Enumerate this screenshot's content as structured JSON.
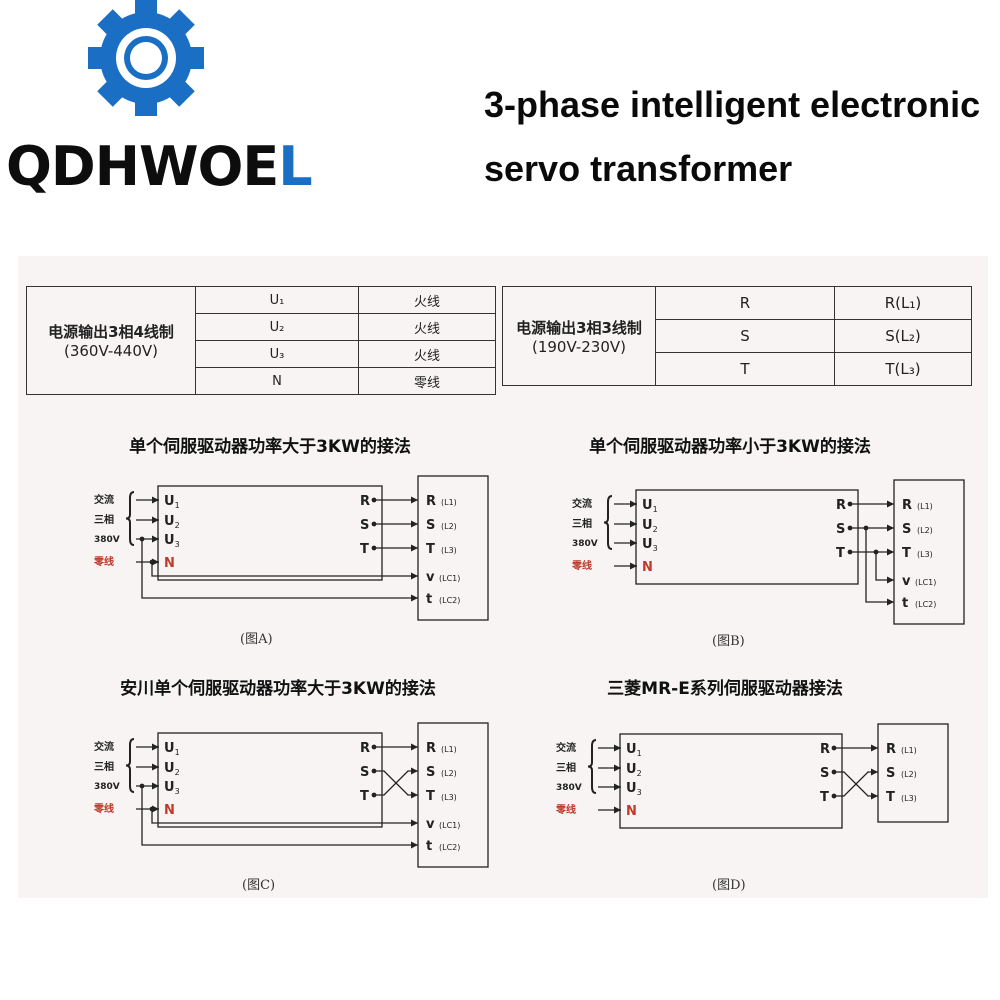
{
  "brand": {
    "name_part1": "QDH",
    "name_part2": "WOE",
    "name_part3": "L",
    "logo_icon": "gear-icon",
    "brand_color": "#1a6fc4"
  },
  "headline": {
    "line1": "3-phase intelligent electronic",
    "line2": "servo transformer"
  },
  "table_4wire": {
    "desc_line1": "电源输出3相4线制",
    "desc_line2": "(360V-440V)",
    "rows": [
      {
        "terminal": "U₁",
        "label": "火线"
      },
      {
        "terminal": "U₂",
        "label": "火线"
      },
      {
        "terminal": "U₃",
        "label": "火线"
      },
      {
        "terminal": "N",
        "label": "零线"
      }
    ]
  },
  "table_3wire": {
    "desc_line1": "电源输出3相3线制",
    "desc_line2": "(190V-230V)",
    "rows": [
      {
        "terminal": "R",
        "label": "R(L₁)"
      },
      {
        "terminal": "S",
        "label": "S(L₂)"
      },
      {
        "terminal": "T",
        "label": "T(L₃)"
      }
    ]
  },
  "diagram_a": {
    "title": "单个伺服驱动器功率大于3KW的接法",
    "caption": "(图A)"
  },
  "diagram_b": {
    "title": "单个伺服驱动器功率小于3KW的接法",
    "caption": "(图B)"
  },
  "diagram_c": {
    "title": "安川单个伺服驱动器功率大于3KW的接法",
    "caption": "(图C)"
  },
  "diagram_d": {
    "title": "三菱MR-E系列伺服驱动器接法",
    "caption": "(图D)"
  },
  "wiring_labels": {
    "ac": "交流",
    "three_phase": "三相",
    "voltage": "380V",
    "neutral_wire": "零线",
    "u1": "U",
    "u1_sub": "1",
    "u2": "U",
    "u2_sub": "2",
    "u3": "U",
    "u3_sub": "3",
    "n": "N",
    "r": "R",
    "s": "S",
    "t": "T",
    "rl1": "(L1)",
    "sl2": "(L2)",
    "tl3": "(L3)",
    "v": "v",
    "vlc1": "(LC1)",
    "tlow": "t",
    "tlc2": "(LC2)"
  },
  "colors": {
    "neutral_red": "#c0392b",
    "line": "#222222",
    "panel_bg": "#f8f4f3"
  }
}
